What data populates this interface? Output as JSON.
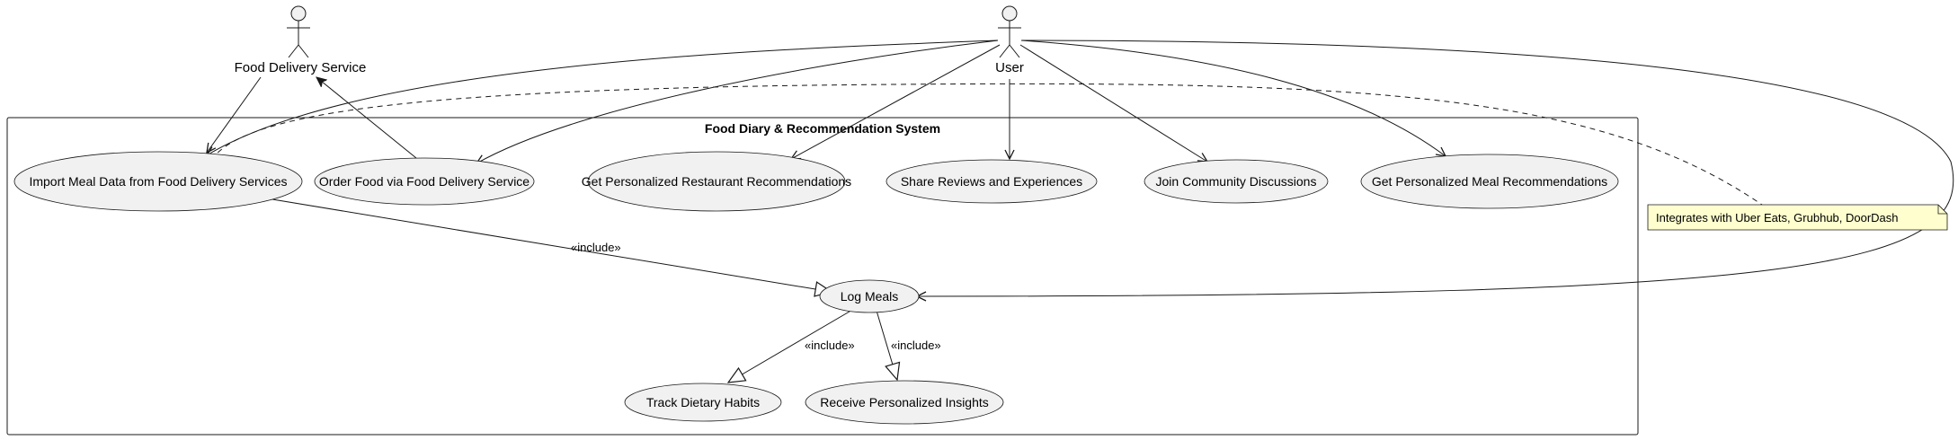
{
  "system": {
    "title": "Food Diary & Recommendation System"
  },
  "actors": {
    "food_delivery_service": "Food Delivery Service",
    "user": "User"
  },
  "use_cases": {
    "import_meal_data": "Import Meal Data from Food Delivery Services",
    "order_food": "Order Food via Food Delivery Service",
    "restaurant_recs": "Get Personalized Restaurant Recommendations",
    "share_reviews": "Share Reviews and Experiences",
    "join_community": "Join Community Discussions",
    "meal_recs": "Get Personalized Meal Recommendations",
    "log_meals": "Log Meals",
    "track_habits": "Track Dietary Habits",
    "receive_insights": "Receive Personalized Insights"
  },
  "relations": {
    "include_label": "«include»"
  },
  "note": {
    "text": "Integrates with Uber Eats, Grubhub, DoorDash"
  },
  "colors": {
    "usecase_fill": "#f1f1f1",
    "note_fill": "#fefece",
    "line": "#181818"
  }
}
